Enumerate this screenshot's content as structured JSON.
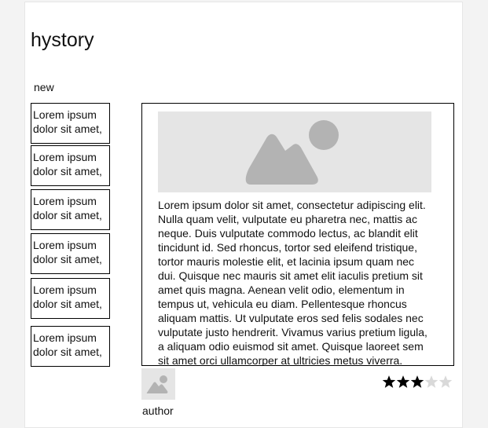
{
  "header": {
    "title": "hystory"
  },
  "sidebar": {
    "label": "new",
    "cards": [
      {
        "text": "Lorem ipsum dolor sit amet,"
      },
      {
        "text": "Lorem ipsum dolor sit amet,"
      },
      {
        "text": "Lorem ipsum dolor sit amet,"
      },
      {
        "text": "Lorem ipsum dolor sit amet,"
      },
      {
        "text": "Lorem ipsum dolor sit amet,"
      },
      {
        "text": "Lorem ipsum dolor sit amet,"
      }
    ]
  },
  "article": {
    "image_icon": "image-placeholder-icon",
    "body": "Lorem ipsum dolor sit amet, consectetur adipiscing elit. Nulla quam velit, vulputate eu pharetra nec, mattis ac neque. Duis vulputate commodo lectus, ac blandit elit tincidunt id. Sed rhoncus, tortor sed eleifend tristique, tortor mauris molestie elit, et lacinia ipsum quam nec dui. Quisque nec mauris sit amet elit iaculis pretium sit amet quis magna. Aenean velit odio, elementum in tempus ut, vehicula eu diam. Pellentesque rhoncus aliquam mattis. Ut vulputate eros sed felis sodales nec vulputate justo hendrerit. Vivamus varius pretium ligula, a aliquam odio euismod sit amet. Quisque laoreet sem sit amet orci ullamcorper at ultricies metus viverra."
  },
  "author": {
    "avatar_icon": "image-placeholder-icon",
    "name": "author"
  },
  "rating": {
    "value": 3,
    "max": 5,
    "filled_color": "#000000",
    "empty_color": "#d9d9d9"
  },
  "colors": {
    "placeholder_bg": "#e5e5e5",
    "placeholder_fg": "#b3b3b3"
  }
}
